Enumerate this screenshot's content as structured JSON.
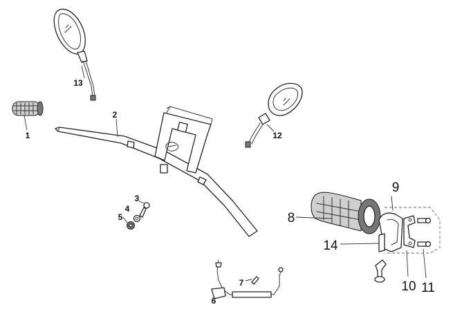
{
  "diagram": {
    "callouts": [
      {
        "id": "callout-1",
        "label": "1"
      },
      {
        "id": "callout-2",
        "label": "2"
      },
      {
        "id": "callout-3",
        "label": "3"
      },
      {
        "id": "callout-4",
        "label": "4"
      },
      {
        "id": "callout-5",
        "label": "5"
      },
      {
        "id": "callout-6",
        "label": "6"
      },
      {
        "id": "callout-7",
        "label": "7"
      },
      {
        "id": "callout-8",
        "label": "8"
      },
      {
        "id": "callout-9",
        "label": "9"
      },
      {
        "id": "callout-10",
        "label": "10"
      },
      {
        "id": "callout-11",
        "label": "11"
      },
      {
        "id": "callout-12",
        "label": "12"
      },
      {
        "id": "callout-13",
        "label": "13"
      },
      {
        "id": "callout-14",
        "label": "14"
      }
    ]
  }
}
